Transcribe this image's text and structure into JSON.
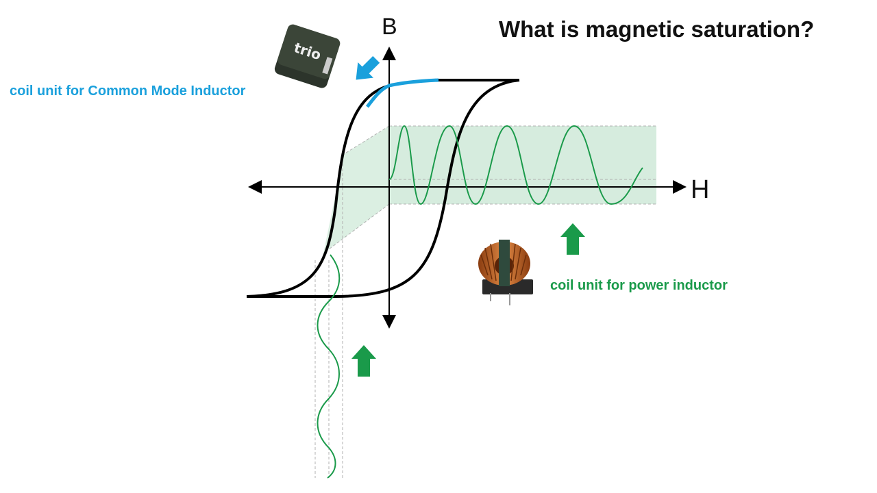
{
  "title": "What is magnetic saturation?",
  "axes": {
    "vertical": "B",
    "horizontal": "H"
  },
  "labels": {
    "common_mode": "coil unit for Common  Mode Inductor",
    "power": "coil unit for power inductor"
  },
  "chip_text": "trio",
  "colors": {
    "curve": "#000000",
    "saturation_highlight": "#1aa0dc",
    "signal": "#1a9a4a",
    "band_fill": "#cfe9d8",
    "arrow_blue": "#1aa0dc",
    "arrow_green": "#1a9a4a"
  },
  "icons": [
    "smd-inductor-chip-icon",
    "toroidal-coil-icon",
    "arrow-down-right-icon",
    "arrow-up-icon"
  ]
}
